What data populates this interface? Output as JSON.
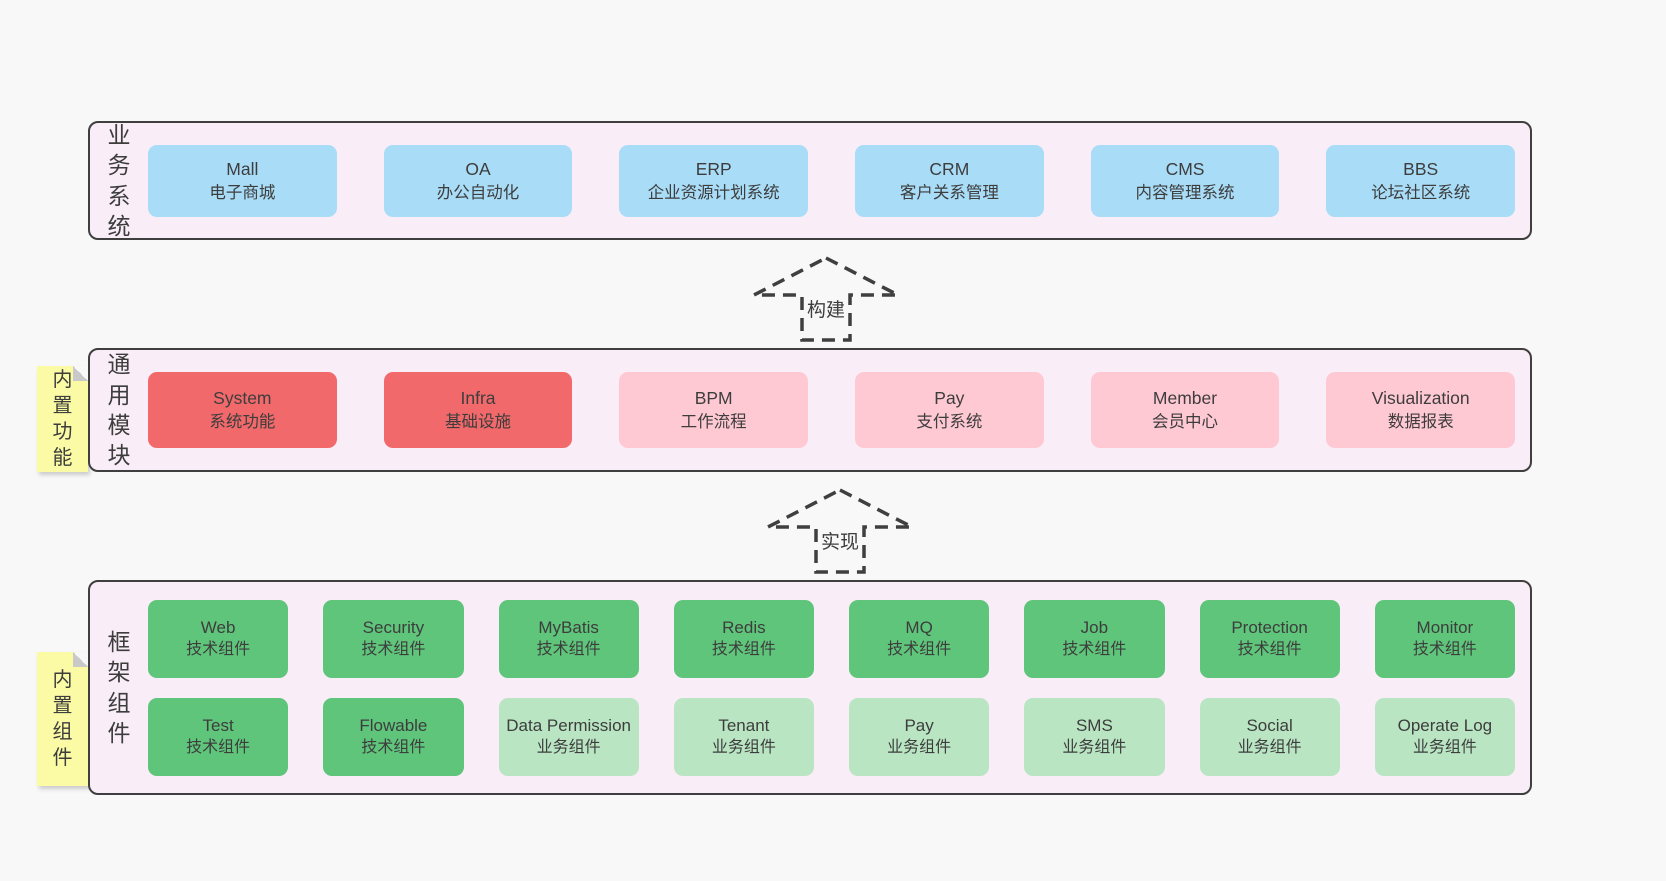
{
  "colors": {
    "page_bg": "#f8f8f8",
    "band_bg": "#f9edf7",
    "band_border": "#3f3f3f",
    "blue_box": "#a9dcf7",
    "red_box": "#f1696b",
    "pink_box": "#ffc9d3",
    "green_box": "#5ec57a",
    "light_green_box": "#b9e5c3",
    "note_bg": "#fbfba5",
    "text": "#3d3d3d"
  },
  "band1": {
    "label": "业务系统",
    "cells": [
      {
        "title": "Mall",
        "sub": "电子商城"
      },
      {
        "title": "OA",
        "sub": "办公自动化"
      },
      {
        "title": "ERP",
        "sub": "企业资源计划系统"
      },
      {
        "title": "CRM",
        "sub": "客户关系管理"
      },
      {
        "title": "CMS",
        "sub": "内容管理系统"
      },
      {
        "title": "BBS",
        "sub": "论坛社区系统"
      }
    ]
  },
  "band2": {
    "label": "通用模块",
    "cells": [
      {
        "title": "System",
        "sub": "系统功能"
      },
      {
        "title": "Infra",
        "sub": "基础设施"
      },
      {
        "title": "BPM",
        "sub": "工作流程"
      },
      {
        "title": "Pay",
        "sub": "支付系统"
      },
      {
        "title": "Member",
        "sub": "会员中心"
      },
      {
        "title": "Visualization",
        "sub": "数据报表"
      }
    ]
  },
  "band3": {
    "label": "框架组件",
    "row1": [
      {
        "title": "Web",
        "sub": "技术组件"
      },
      {
        "title": "Security",
        "sub": "技术组件"
      },
      {
        "title": "MyBatis",
        "sub": "技术组件"
      },
      {
        "title": "Redis",
        "sub": "技术组件"
      },
      {
        "title": "MQ",
        "sub": "技术组件"
      },
      {
        "title": "Job",
        "sub": "技术组件"
      },
      {
        "title": "Protection",
        "sub": "技术组件"
      },
      {
        "title": "Monitor",
        "sub": "技术组件"
      }
    ],
    "row2": [
      {
        "title": "Test",
        "sub": "技术组件"
      },
      {
        "title": "Flowable",
        "sub": "技术组件"
      },
      {
        "title": "Data Permission",
        "sub": "业务组件"
      },
      {
        "title": "Tenant",
        "sub": "业务组件"
      },
      {
        "title": "Pay",
        "sub": "业务组件"
      },
      {
        "title": "SMS",
        "sub": "业务组件"
      },
      {
        "title": "Social",
        "sub": "业务组件"
      },
      {
        "title": "Operate Log",
        "sub": "业务组件"
      }
    ]
  },
  "notes": [
    {
      "text": "内置功能"
    },
    {
      "text": "内置组件"
    }
  ],
  "arrows": [
    {
      "label": "构建"
    },
    {
      "label": "实现"
    }
  ]
}
